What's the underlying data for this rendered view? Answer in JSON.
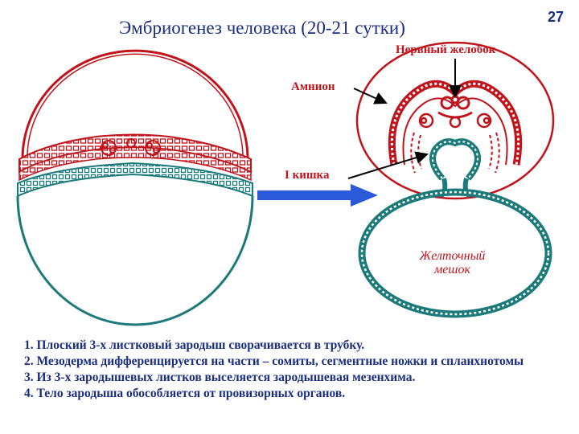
{
  "title": "Эмбриогенез человека (20-21 сутки)",
  "page_number": "27",
  "colors": {
    "ectoderm": "#c0141c",
    "endoderm": "#1d7a7a",
    "arrow": "#2a5ad8",
    "text": "#1a2e80"
  },
  "labels": {
    "neural_groove": "Нервный желобок",
    "amnion": "Амнион",
    "gut": "I кишка",
    "yolk_sac_line1": "Желточный",
    "yolk_sac_line2": "мешок"
  },
  "notes": [
    "1. Плоский 3-х листковый зародыш сворачивается в трубку.",
    "2. Мезодерма дифференцируется на части – сомиты, сегментные ножки и спланхнотомы",
    "3. Из 3-х зародышевых листков выселяется зародышевая мезенхима.",
    "4. Тело зародыша обособляется от провизорных органов."
  ]
}
